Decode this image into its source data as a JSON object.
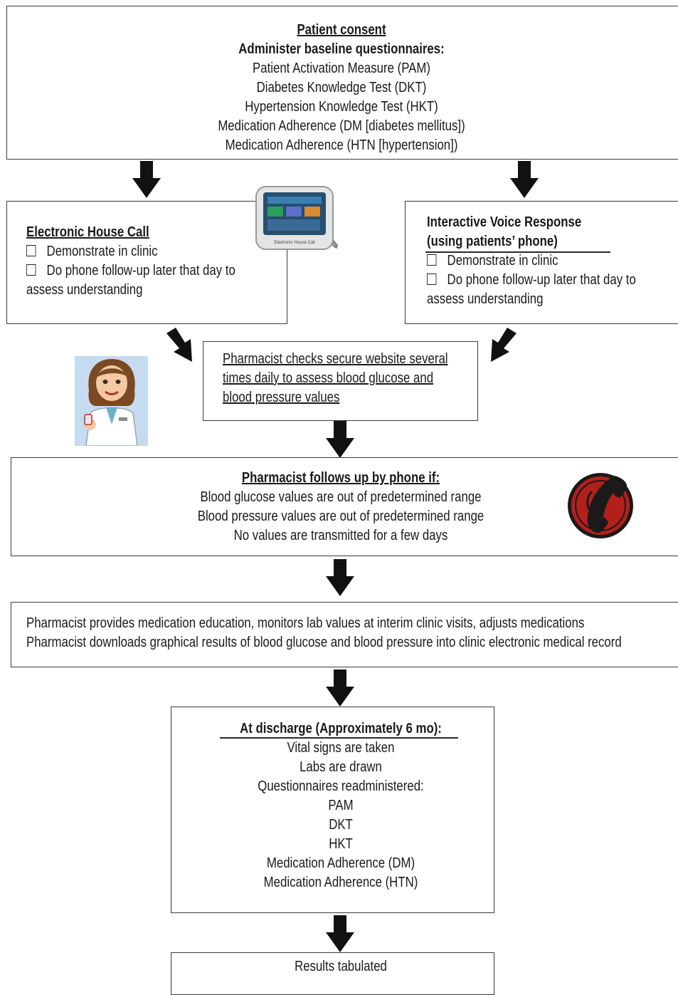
{
  "consent": {
    "title": "Patient consent",
    "subtitle": "Administer baseline questionnaires:",
    "items": [
      "Patient Activation Measure (PAM)",
      "Diabetes Knowledge Test (DKT)",
      "Hypertension Knowledge Test (HKT)",
      "Medication Adherence (DM [diabetes mellitus])",
      "Medication Adherence (HTN [hypertension])"
    ]
  },
  "ehc": {
    "title": "Electronic House Call",
    "item1": "Demonstrate in clinic",
    "item2": "Do phone follow-up later that day to",
    "item2_cont": "assess understanding",
    "device_label": "Electronic House Call"
  },
  "ivr": {
    "title_line1": "Interactive Voice Response",
    "title_line2": "(using patients’ phone)",
    "item1": "Demonstrate in clinic",
    "item2": "Do phone follow-up later that day to",
    "item2_cont": "assess understanding"
  },
  "website": {
    "lines": [
      "Pharmacist checks secure website several",
      "times daily to assess blood glucose and",
      "blood pressure values"
    ]
  },
  "followup": {
    "title": "Pharmacist follows up by phone if:",
    "items": [
      "Blood glucose values are out of predetermined range",
      "Blood pressure values are out of predetermined range",
      "No values are transmitted for a few days"
    ]
  },
  "education": {
    "lines": [
      "Pharmacist provides medication education, monitors lab values at interim clinic visits, adjusts medications",
      "Pharmacist downloads graphical results of blood glucose and blood pressure into clinic electronic medical record"
    ]
  },
  "discharge": {
    "title": "At discharge (Approximately 6 mo):",
    "items": [
      "Vital signs are taken",
      "Labs are drawn",
      "Questionnaires readministered:",
      "PAM",
      "DKT",
      "HKT",
      "Medication Adherence (DM)",
      "Medication Adherence (HTN)"
    ]
  },
  "results": {
    "text": "Results tabulated"
  },
  "colors": {
    "phone_red": "#b3201c",
    "border": "#3a3a3a",
    "arrow": "#111111"
  },
  "icons": [
    "telehealth-device-icon",
    "pharmacist-illustration",
    "telephone-icon"
  ]
}
